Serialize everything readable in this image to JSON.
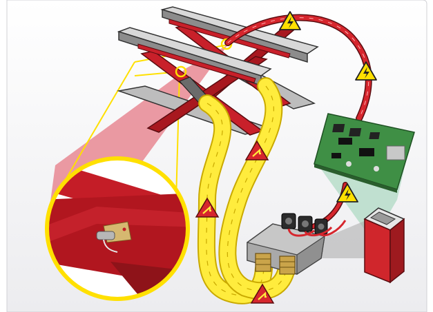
{
  "diagram": {
    "components": [
      {
        "id": "scissor-lift",
        "label": ""
      },
      {
        "id": "sensor-detail",
        "label": ""
      },
      {
        "id": "control-board",
        "label": ""
      },
      {
        "id": "valve-block",
        "label": ""
      },
      {
        "id": "power-unit",
        "label": ""
      }
    ],
    "electrical_warnings": 3,
    "hydraulic_flow_arrows": 3
  },
  "colors": {
    "background": "#f0f0f2",
    "frame": "#ffffff",
    "lift_red": "#c8202a",
    "lift_dark_red": "#8e1319",
    "platform_grey": "#bdbdbd",
    "cable_red": "#d6262d",
    "hose_yellow": "#ffec3d",
    "hose_outline": "#c9a900",
    "zoom_pink": "#e57a85",
    "board_green": "#3f8f45",
    "valve_grey": "#c7c7c7",
    "fitting_gold": "#caa44a",
    "warning_yellow": "#ffe000",
    "power_unit_red": "#d0262c"
  }
}
